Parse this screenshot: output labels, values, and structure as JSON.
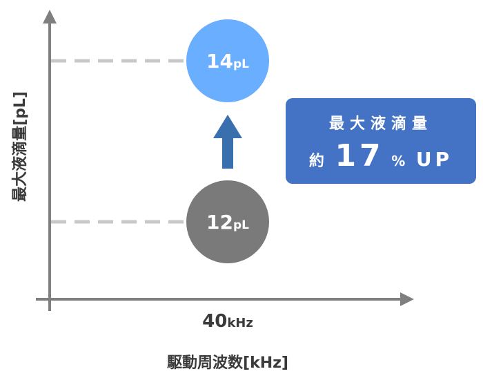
{
  "y_axis_title": "最大液滴量[pL]",
  "x_axis_title": "駆動周波数[kHz]",
  "x_tick": {
    "value": "40",
    "unit": "kHz"
  },
  "droplets": [
    {
      "value": "14",
      "unit": "pL",
      "color": "#6aaeff"
    },
    {
      "value": "12",
      "unit": "pL",
      "color": "#7a7a7a"
    }
  ],
  "callout": {
    "line1": "最大液滴量",
    "line2_prefix": "約",
    "line2_number": "17",
    "line2_percent": "%",
    "line2_suffix": "UP",
    "color": "#4472c4"
  },
  "colors": {
    "axis": "#7f7f7f",
    "dash": "#c8c8c8",
    "arrow": "#3a6fae"
  }
}
